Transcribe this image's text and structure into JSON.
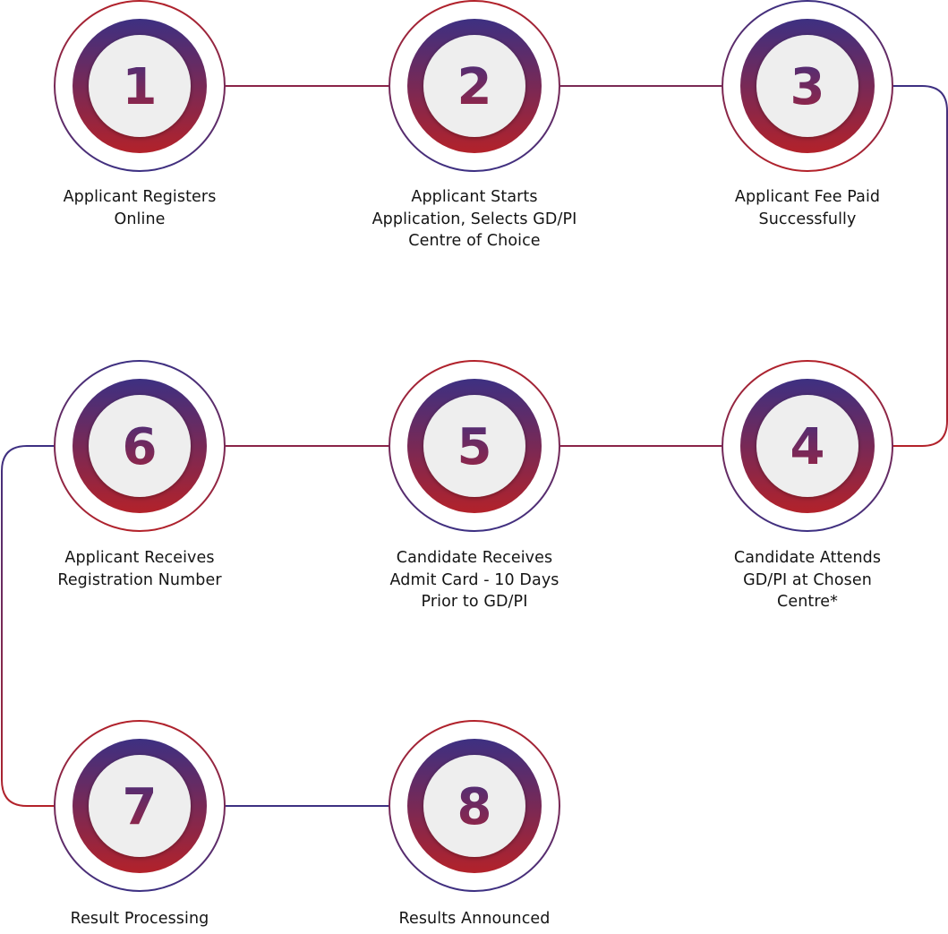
{
  "colors": {
    "purple": "#3d3082",
    "red": "#b3222a",
    "inner_fill": "#eeeeee",
    "number_text": "#6a2756",
    "label_text": "#141414"
  },
  "steps": [
    {
      "number": "1",
      "label": "Applicant Registers\nOnline"
    },
    {
      "number": "2",
      "label": "Applicant Starts\nApplication, Selects GD/PI\nCentre of Choice"
    },
    {
      "number": "3",
      "label": "Applicant Fee Paid\nSuccessfully"
    },
    {
      "number": "4",
      "label": "Candidate Attends\nGD/PI at Chosen\nCentre*"
    },
    {
      "number": "5",
      "label": "Candidate Receives\nAdmit Card - 10 Days\nPrior to GD/PI"
    },
    {
      "number": "6",
      "label": "Applicant Receives\nRegistration Number"
    },
    {
      "number": "7",
      "label": "Result Processing"
    },
    {
      "number": "8",
      "label": "Results Announced"
    }
  ]
}
